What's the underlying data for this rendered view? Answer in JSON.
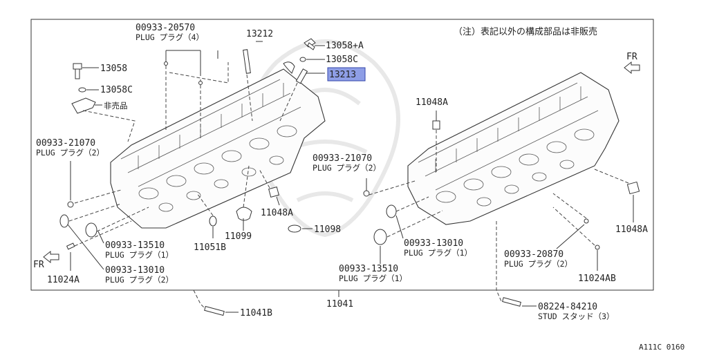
{
  "diagram": {
    "note": "（注）表記以外の構成部品は非販売",
    "figure_code": "A111C 0160",
    "fr_right": "FR",
    "fr_left": "FR",
    "highlight_color": "#8e9ee6"
  },
  "parts": {
    "p_00933_20570": "00933-20570",
    "p_00933_20570_desc": "PLUG プラグ（4）",
    "p_13212": "13212",
    "p_13058_plus_a": "13058+A",
    "p_13058c_right": "13058C",
    "p_13213": "13213",
    "p_13058": "13058",
    "p_13058c_left": "13058C",
    "not_for_sale": "非売品",
    "p_00933_21070_left": "00933-21070",
    "p_00933_21070_left_desc": "PLUG プラグ（2）",
    "p_11048a_top": "11048A",
    "p_00933_21070_mid": "00933-21070",
    "p_00933_21070_mid_desc": "PLUG プラグ（2）",
    "p_11048a_mid": "11048A",
    "p_11099": "11099",
    "p_11098": "11098",
    "p_11051b": "11051B",
    "p_00933_13510_left": "00933-13510",
    "p_00933_13510_left_desc": "PLUG プラグ（1）",
    "p_00933_13010_left": "00933-13010",
    "p_00933_13010_left_desc": "PLUG プラグ（2）",
    "p_11024a": "11024A",
    "p_00933_13010_mid": "00933-13010",
    "p_00933_13010_mid_desc": "PLUG プラグ（1）",
    "p_00933_13510_mid": "00933-13510",
    "p_00933_13510_mid_desc": "PLUG プラグ（1）",
    "p_00933_20870": "00933-20870",
    "p_00933_20870_desc": "PLUG プラグ（2）",
    "p_11048a_right": "11048A",
    "p_11024ab": "11024AB",
    "p_11041": "11041",
    "p_11041b": "11041B",
    "p_08224_84210": "08224-84210",
    "p_08224_84210_desc": "STUD スタッド（3）"
  }
}
